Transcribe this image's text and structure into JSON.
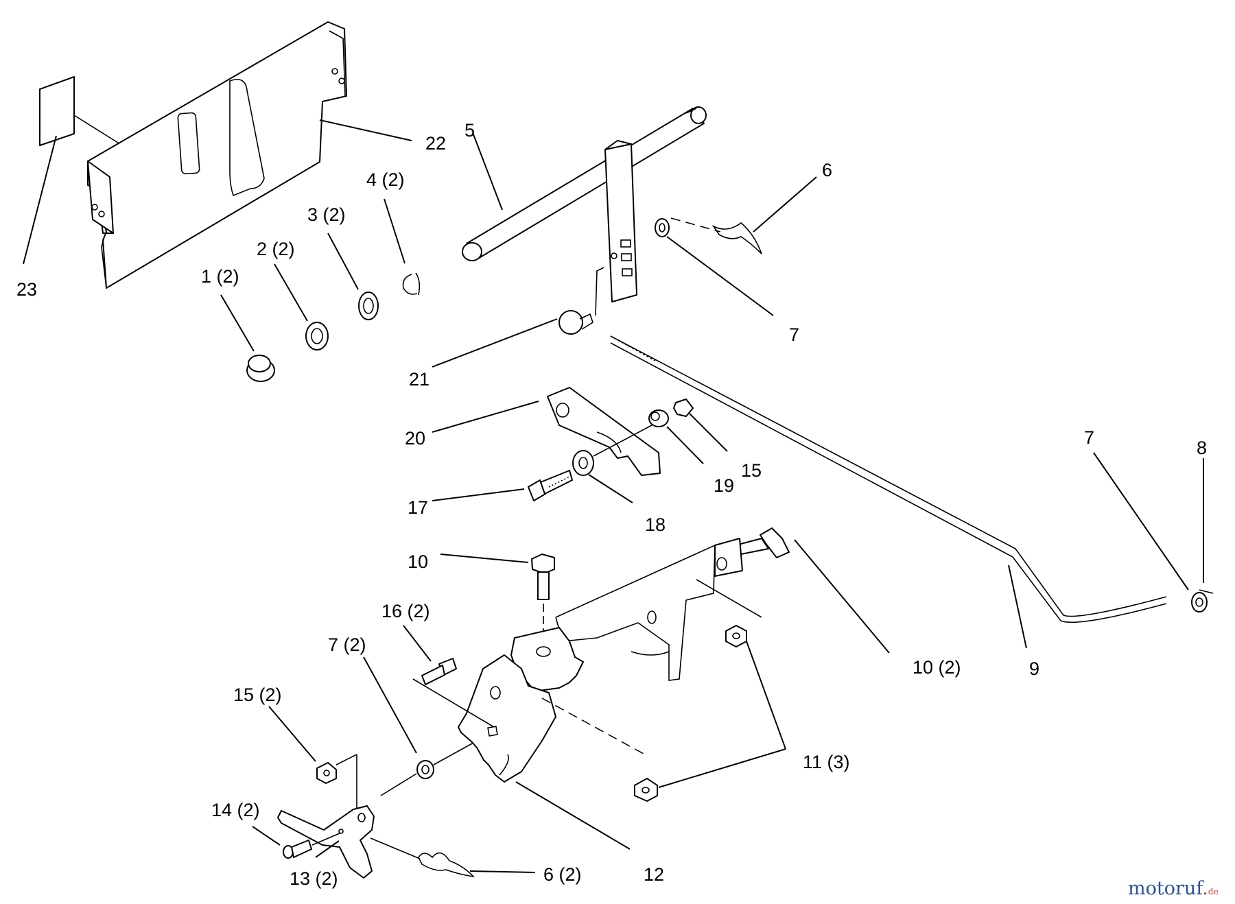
{
  "diagram": {
    "callouts": [
      {
        "id": "c23",
        "text": "23"
      },
      {
        "id": "c22",
        "text": "22"
      },
      {
        "id": "c1",
        "text": "1 (2)"
      },
      {
        "id": "c2",
        "text": "2 (2)"
      },
      {
        "id": "c3",
        "text": "3 (2)"
      },
      {
        "id": "c4",
        "text": "4 (2)"
      },
      {
        "id": "c5",
        "text": "5"
      },
      {
        "id": "c6a",
        "text": "6"
      },
      {
        "id": "c7a",
        "text": "7"
      },
      {
        "id": "c21",
        "text": "21"
      },
      {
        "id": "c20",
        "text": "20"
      },
      {
        "id": "c19",
        "text": "19"
      },
      {
        "id": "c15a",
        "text": "15"
      },
      {
        "id": "c17",
        "text": "17"
      },
      {
        "id": "c18",
        "text": "18"
      },
      {
        "id": "c7b",
        "text": "7"
      },
      {
        "id": "c8",
        "text": "8"
      },
      {
        "id": "c10a",
        "text": "10"
      },
      {
        "id": "c10b",
        "text": "10 (2)"
      },
      {
        "id": "c9",
        "text": "9"
      },
      {
        "id": "c16",
        "text": "16 (2)"
      },
      {
        "id": "c7c",
        "text": "7 (2)"
      },
      {
        "id": "c15b",
        "text": "15 (2)"
      },
      {
        "id": "c11",
        "text": "11 (3)"
      },
      {
        "id": "c14",
        "text": "14 (2)"
      },
      {
        "id": "c13",
        "text": "13 (2)"
      },
      {
        "id": "c6b",
        "text": "6 (2)"
      },
      {
        "id": "c12",
        "text": "12"
      }
    ]
  },
  "watermark": {
    "main": "motoruf",
    "dot": ".",
    "suffix": "de"
  },
  "colors": {
    "line": "#000000",
    "watermark_blue": "#2a4f9c",
    "watermark_red": "#d23a2a"
  }
}
